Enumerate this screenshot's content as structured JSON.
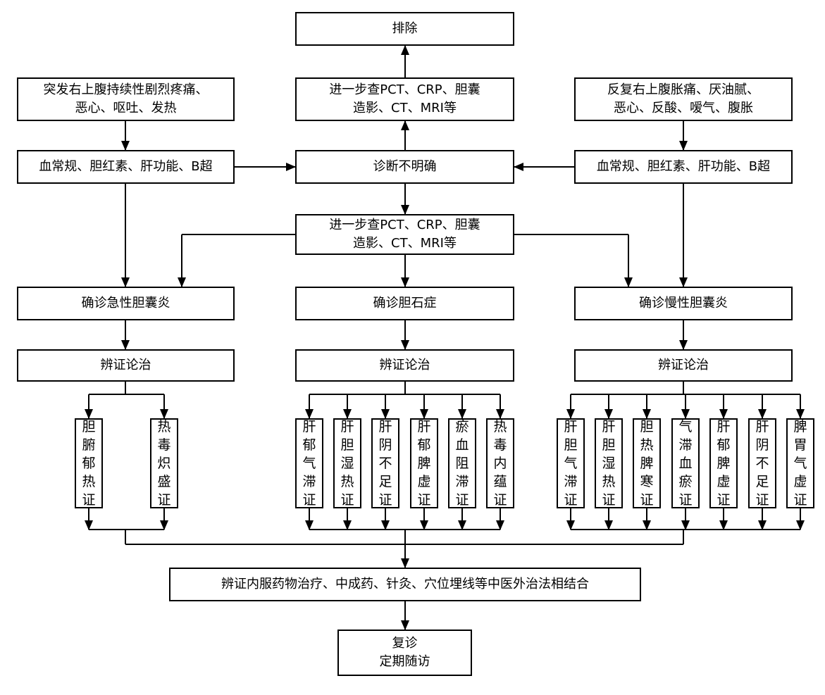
{
  "diagram": {
    "exclude": "排除",
    "further_tests_top": "进一步查PCT、CRP、胆囊\n造影、CT、MRI等",
    "acute_symptoms": "突发右上腹持续性剧烈疼痛、\n恶心、呕吐、发热",
    "chronic_symptoms": "反复右上腹胀痛、厌油腻、\n恶心、反酸、嗳气、腹胀",
    "exam_left": "血常规、胆红素、肝功能、B超",
    "exam_right": "血常规、胆红素、肝功能、B超",
    "unclear_diagnosis": "诊断不明确",
    "further_tests_mid": "进一步查PCT、CRP、胆囊\n造影、CT、MRI等",
    "dx_acute": "确诊急性胆囊炎",
    "dx_stones": "确诊胆石症",
    "dx_chronic": "确诊慢性胆囊炎",
    "syndrome_diff_left": "辨证论治",
    "syndrome_diff_mid": "辨证论治",
    "syndrome_diff_right": "辨证论治",
    "acute_patterns": [
      "胆腑郁热证",
      "热毒炽盛证"
    ],
    "stone_patterns": [
      "肝郁气滞证",
      "肝胆湿热证",
      "肝阴不足证",
      "肝郁脾虚证",
      "瘀血阻滞证",
      "热毒内蕴证"
    ],
    "chronic_patterns": [
      "肝胆气滞证",
      "肝胆湿热证",
      "胆热脾寒证",
      "气滞血瘀证",
      "肝郁脾虚证",
      "肝阴不足证",
      "脾胃气虚证"
    ],
    "treatment": "辨证内服药物治疗、中成药、针灸、穴位埋线等中医外治法相结合",
    "follow_up": "复诊\n定期随访"
  }
}
